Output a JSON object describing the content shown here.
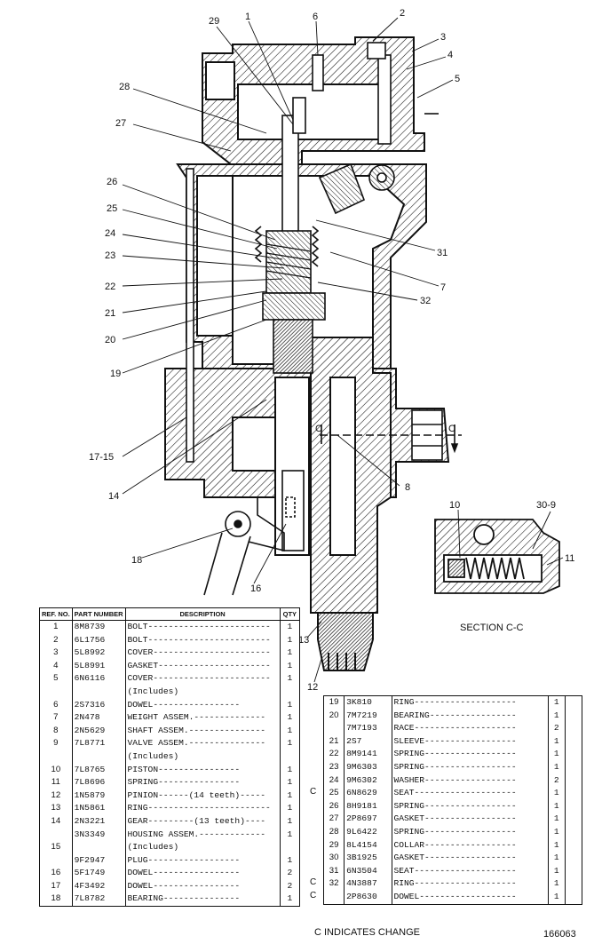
{
  "callouts": {
    "c1": "1",
    "c2": "2",
    "c3": "3",
    "c4": "4",
    "c5": "5",
    "c6": "6",
    "c7": "7",
    "c8": "8",
    "c10": "10",
    "c11": "11",
    "c12": "12",
    "c13": "13",
    "c14": "14",
    "c1715": "17-15",
    "c16": "16",
    "c18": "18",
    "c19": "19",
    "c20": "20",
    "c21": "21",
    "c22": "22",
    "c23": "23",
    "c24": "24",
    "c25": "25",
    "c26": "26",
    "c27": "27",
    "c28": "28",
    "c29": "29",
    "c309": "30-9",
    "c31": "31",
    "c32": "32",
    "c_left": "C",
    "c_right": "C"
  },
  "section_label": "SECTION C-C",
  "left_table": {
    "headers": {
      "ref": "REF. NO.",
      "part": "PART NUMBER",
      "desc": "DESCRIPTION",
      "qty": "QTY"
    },
    "rows": [
      {
        "ref": "1",
        "part": "8M8739",
        "desc": "BOLT------------------------",
        "qty": "1"
      },
      {
        "ref": "2",
        "part": "6L1756",
        "desc": "BOLT------------------------",
        "qty": "1"
      },
      {
        "ref": "3",
        "part": "5L8992",
        "desc": "COVER-----------------------",
        "qty": "1"
      },
      {
        "ref": "4",
        "part": "5L8991",
        "desc": "GASKET----------------------",
        "qty": "1"
      },
      {
        "ref": "5",
        "part": "6N6116",
        "desc": "COVER-----------------------",
        "qty": "1"
      },
      {
        "ref": "",
        "part": "",
        "desc": "(Includes)",
        "qty": ""
      },
      {
        "ref": "6",
        "part": "2S7316",
        "desc": "DOWEL-----------------",
        "qty": "1"
      },
      {
        "ref": "7",
        "part": "2N478",
        "desc": "WEIGHT ASSEM.--------------",
        "qty": "1"
      },
      {
        "ref": "8",
        "part": "2N5629",
        "desc": "SHAFT ASSEM.---------------",
        "qty": "1"
      },
      {
        "ref": "9",
        "part": "7L8771",
        "desc": "VALVE ASSEM.---------------",
        "qty": "1"
      },
      {
        "ref": "",
        "part": "",
        "desc": "(Includes)",
        "qty": ""
      },
      {
        "ref": "10",
        "part": "7L8765",
        "desc": "PISTON----------------",
        "qty": "1"
      },
      {
        "ref": "11",
        "part": "7L8696",
        "desc": "SPRING----------------",
        "qty": "1"
      },
      {
        "ref": "12",
        "part": "1N5879",
        "desc": "PINION------(14 teeth)-----",
        "qty": "1"
      },
      {
        "ref": "13",
        "part": "1N5861",
        "desc": "RING------------------------",
        "qty": "1"
      },
      {
        "ref": "14",
        "part": "2N3221",
        "desc": "GEAR---------(13 teeth)----",
        "qty": "1"
      },
      {
        "ref": "",
        "part": "3N3349",
        "desc": "HOUSING ASSEM.-------------",
        "qty": "1"
      },
      {
        "ref": "15",
        "part": "",
        "desc": "(Includes)",
        "qty": ""
      },
      {
        "ref": "",
        "part": "9F2947",
        "desc": "PLUG------------------",
        "qty": "1"
      },
      {
        "ref": "16",
        "part": "5F1749",
        "desc": "DOWEL-----------------",
        "qty": "2"
      },
      {
        "ref": "17",
        "part": "4F3492",
        "desc": "DOWEL-----------------",
        "qty": "2"
      },
      {
        "ref": "18",
        "part": "7L8782",
        "desc": "BEARING---------------",
        "qty": "1"
      }
    ]
  },
  "right_table": {
    "rows": [
      {
        "mark": "",
        "ref": "19",
        "part": "3K810",
        "desc": "RING--------------------",
        "q1": "1",
        "q2": ""
      },
      {
        "mark": "",
        "ref": "20",
        "part": "7M7219",
        "desc": "BEARING-----------------",
        "q1": "1",
        "q2": ""
      },
      {
        "mark": "",
        "ref": "",
        "part": "7M7193",
        "desc": "RACE--------------------",
        "q1": "2",
        "q2": ""
      },
      {
        "mark": "",
        "ref": "21",
        "part": "2S7",
        "desc": "SLEEVE------------------",
        "q1": "1",
        "q2": ""
      },
      {
        "mark": "",
        "ref": "22",
        "part": "8M9141",
        "desc": "SPRING------------------",
        "q1": "1",
        "q2": ""
      },
      {
        "mark": "",
        "ref": "23",
        "part": "9M6303",
        "desc": "SPRING------------------",
        "q1": "1",
        "q2": ""
      },
      {
        "mark": "",
        "ref": "24",
        "part": "9M6302",
        "desc": "WASHER------------------",
        "q1": "2",
        "q2": ""
      },
      {
        "mark": "C",
        "ref": "25",
        "part": "6N8629",
        "desc": "SEAT--------------------",
        "q1": "1",
        "q2": ""
      },
      {
        "mark": "",
        "ref": "26",
        "part": "8H9181",
        "desc": "SPRING------------------",
        "q1": "1",
        "q2": ""
      },
      {
        "mark": "",
        "ref": "27",
        "part": "2P8697",
        "desc": "GASKET------------------",
        "q1": "1",
        "q2": ""
      },
      {
        "mark": "",
        "ref": "28",
        "part": "9L6422",
        "desc": "SPRING------------------",
        "q1": "1",
        "q2": ""
      },
      {
        "mark": "",
        "ref": "29",
        "part": "8L4154",
        "desc": "COLLAR------------------",
        "q1": "1",
        "q2": ""
      },
      {
        "mark": "",
        "ref": "30",
        "part": "3B1925",
        "desc": "GASKET------------------",
        "q1": "1",
        "q2": ""
      },
      {
        "mark": "",
        "ref": "31",
        "part": "6N3504",
        "desc": "SEAT--------------------",
        "q1": "1",
        "q2": ""
      },
      {
        "mark": "C",
        "ref": "32",
        "part": "4N3887",
        "desc": "RING--------------------",
        "q1": "1",
        "q2": ""
      },
      {
        "mark": "C",
        "ref": "",
        "part": "2P8630",
        "desc": "DOWEL-------------------",
        "q1": "1",
        "q2": ""
      }
    ]
  },
  "footnote": "C INDICATES CHANGE",
  "image_number": "166063"
}
